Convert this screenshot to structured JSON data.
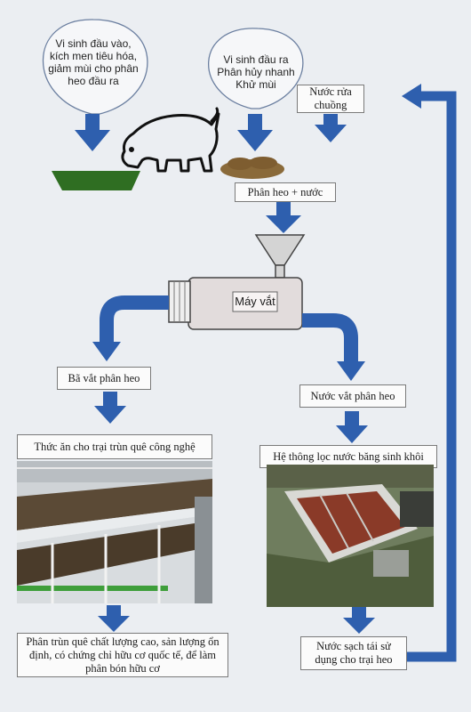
{
  "bubbles": {
    "feed_probiotic": "Vi sinh đầu vào, kích men tiêu hóa, giảm mùi cho phân heo đầu ra",
    "output_probiotic": "Vi sinh đầu ra Phân hủy nhanh Khử mùi"
  },
  "nodes": {
    "wash_water": "Nước rửa chuồng",
    "manure_water": "Phân heo + nước",
    "press_machine": "Máy vắt",
    "manure_solids": "Bã vắt phân heo",
    "manure_liquid": "Nước vắt phân heo",
    "earthworm_farm": "Thức ăn cho trại trùn quê công nghệ",
    "biomass_filter": "Hệ thông lọc nước băng sinh khôi",
    "worm_castings": "Phân trùn quê chất lượng cao, sản lượng ổn định, có chứng chỉ hữu cơ quốc tế, để làm phân bón hữu cơ",
    "recycled_water": "Nước sạch tái sử dụng cho trại heo"
  },
  "colors": {
    "arrow_blue": "#2e5fae",
    "trough_green": "#2f6e22",
    "manure_brown": "#8a6a3a",
    "background": "#ebeef2"
  },
  "icons": [
    "pig-icon",
    "feed-trough-icon",
    "manure-pile-icon",
    "funnel-icon",
    "press-machine-icon"
  ]
}
